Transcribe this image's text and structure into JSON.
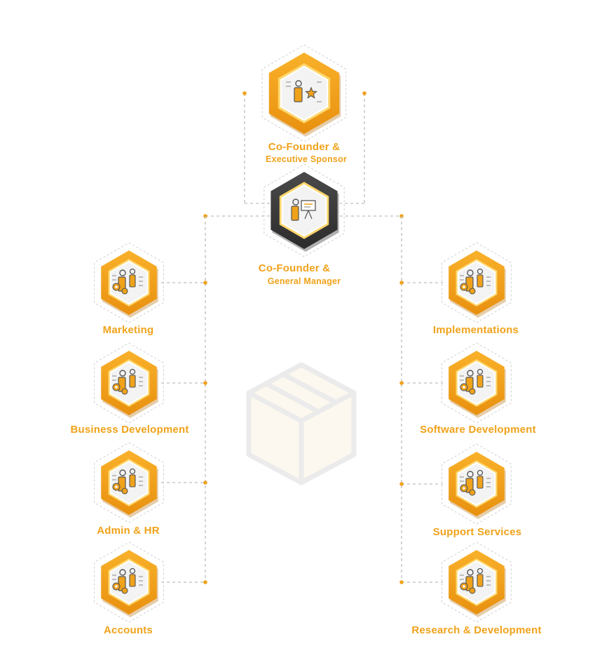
{
  "leadership": {
    "sponsor": {
      "line1": "Co-Founder &",
      "line2": "Executive Sponsor",
      "icon": "person-star-icon"
    },
    "manager": {
      "line1": "Co-Founder &",
      "line2": "General Manager",
      "icon": "presenter-board-icon"
    }
  },
  "left_departments": [
    {
      "label": "Marketing",
      "icon": "person-gears-icon"
    },
    {
      "label": "Business Development",
      "icon": "person-gears-icon"
    },
    {
      "label": "Admin & HR",
      "icon": "person-gears-icon"
    },
    {
      "label": "Accounts",
      "icon": "person-gears-icon"
    }
  ],
  "right_departments": [
    {
      "label": "Implementations",
      "icon": "person-gears-icon"
    },
    {
      "label": "Software Development",
      "icon": "person-gears-icon"
    },
    {
      "label": "Support Services",
      "icon": "person-gears-icon"
    },
    {
      "label": "Research & Development",
      "icon": "person-gears-icon"
    }
  ],
  "watermark": {
    "icon": "box-watermark-icon"
  },
  "colors": {
    "accent": "#f0a21a",
    "accent_dark": "#b86f0c",
    "manager_hex": "#3a3a3a",
    "connector": "#bdbdbd",
    "tile_bg": "#f3f3f3"
  }
}
